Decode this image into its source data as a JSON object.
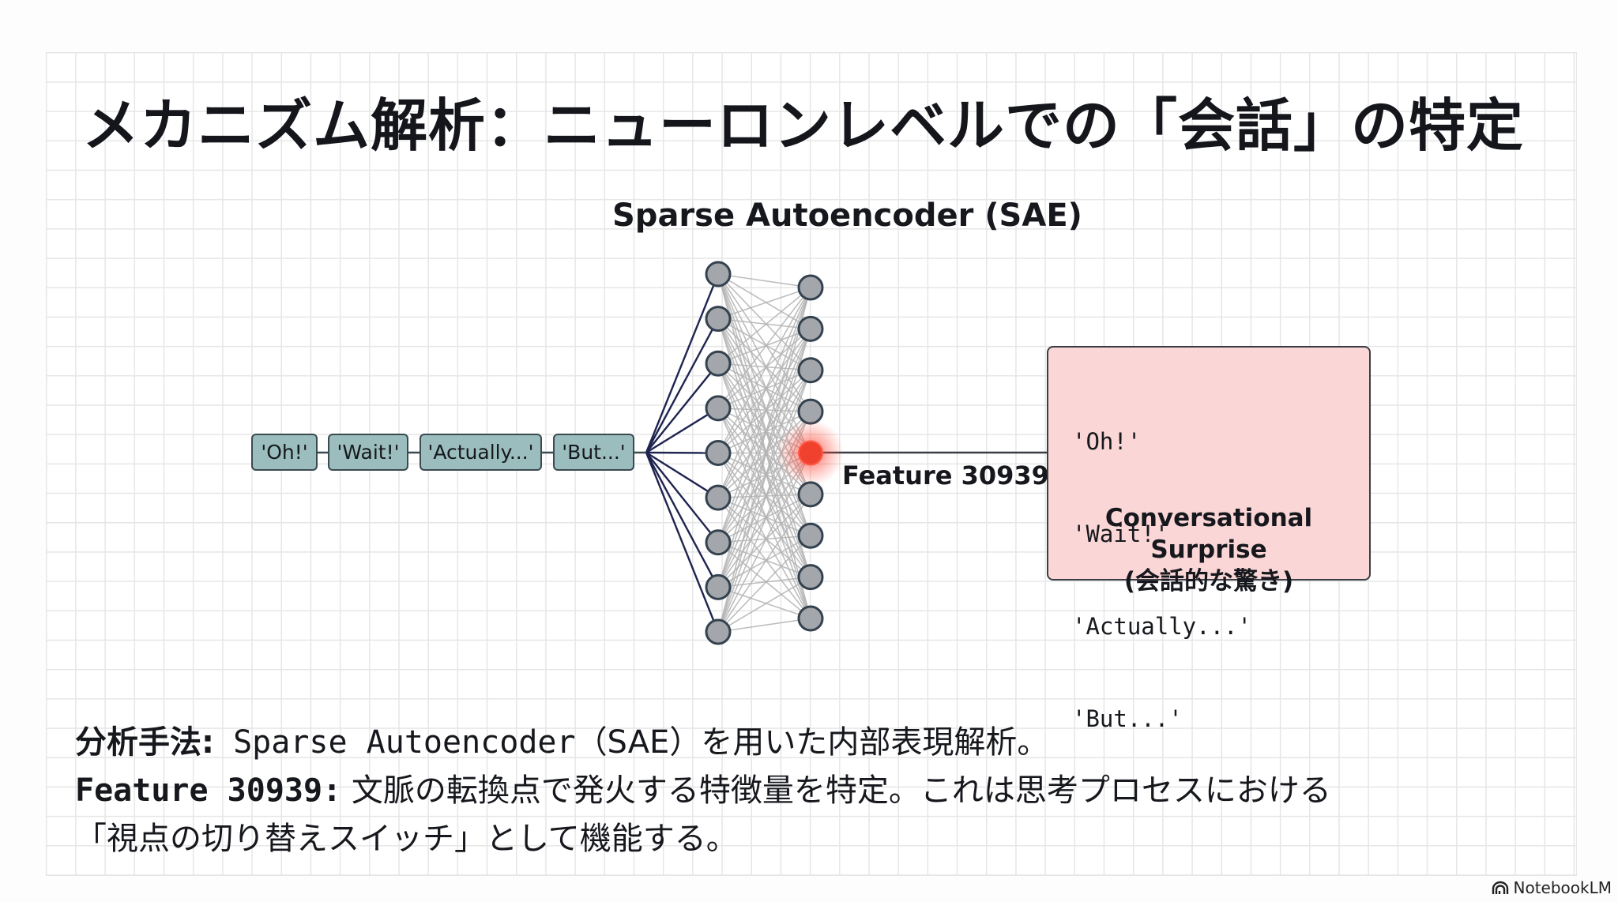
{
  "slide": {
    "title": "メカニズム解析：ニューロンレベルでの「会話」の特定"
  },
  "diagram": {
    "sae_title": "Sparse Autoencoder (SAE)",
    "input_tokens": [
      "'Oh!'",
      "'Wait!'",
      "'Actually...'",
      "'But...'"
    ],
    "encoder_layer_nodes": 9,
    "feature_layer_nodes": 9,
    "active_feature_index": 4,
    "feature_label": "Feature 30939",
    "feature_box": {
      "examples": [
        "'Oh!'",
        "'Wait!'",
        "'Actually...'",
        "'But...'"
      ],
      "concept_en": "Conversational Surprise",
      "concept_ja": "(会話的な驚き)"
    },
    "colors": {
      "token_fill": "#9bbdbd",
      "node_fill": "#a3a7ab",
      "node_stroke": "#34424f",
      "active_node": "#f0412f",
      "input_edges": "#1f2450",
      "hidden_edges": "#b3b3b3",
      "feature_box_fill": "#fad6d6"
    }
  },
  "notes": {
    "line1_label": "分析手法:",
    "line1_mono": " Sparse Autoencoder",
    "line1_text": "（SAE）を用いた内部表現解析。",
    "line2_label": "Feature 30939:",
    "line2_text": " 文脈の転換点で発火する特徴量を特定。これは思考プロセスにおける",
    "line3_text": "「視点の切り替えスイッチ」として機能する。"
  },
  "branding": {
    "icon": "notebooklm-logo-icon",
    "label": "NotebookLM"
  }
}
